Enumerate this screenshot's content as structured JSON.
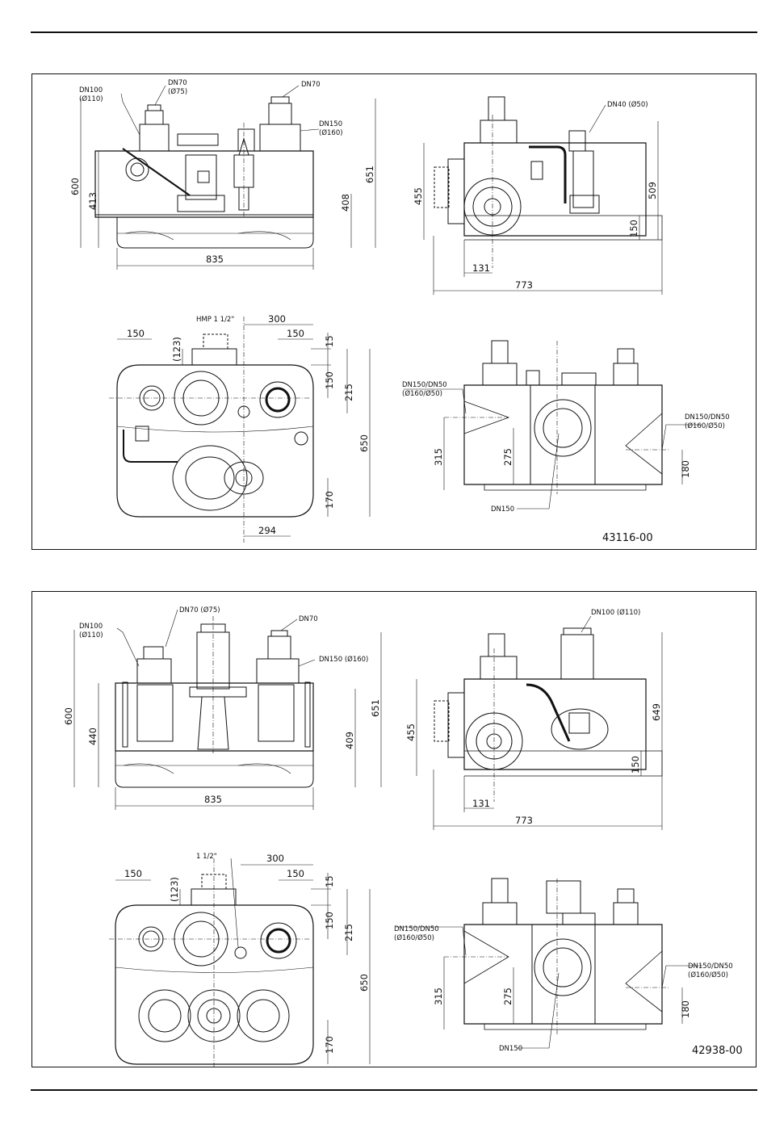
{
  "panel1": {
    "front": {
      "callouts": {
        "dn100": "DN100",
        "dn100_dia": "(Ø110)",
        "dn70a": "DN70",
        "dn70a_dia": "(Ø75)",
        "dn70b": "DN70",
        "dn150": "DN150",
        "dn150_dia": "(Ø160)"
      },
      "dims": {
        "h600": "600",
        "h413": "413",
        "h408": "408",
        "h651": "651",
        "w835": "835"
      }
    },
    "side": {
      "callouts": {
        "dn40": "DN40 (Ø50)"
      },
      "dims": {
        "h455": "455",
        "h509": "509",
        "h150": "150",
        "w131": "131",
        "w773": "773"
      }
    },
    "top": {
      "callouts": {
        "hmp": "HMP 1 1/2\""
      },
      "dims": {
        "w300": "300",
        "w150a": "150",
        "w150b": "150",
        "d123": "(123)",
        "h15": "15",
        "h150": "150",
        "h215": "215",
        "h650": "650",
        "h170": "170",
        "w294": "294"
      }
    },
    "rear": {
      "callouts": {
        "left": "DN150/DN50",
        "left_dia": "(Ø160/Ø50)",
        "right": "DN150/DN50",
        "right_dia": "(Ø160/Ø50)",
        "bottom": "DN150"
      },
      "dims": {
        "h315": "315",
        "h275": "275",
        "h180": "180"
      }
    },
    "drawing_code": "43116-00"
  },
  "panel2": {
    "front": {
      "callouts": {
        "dn70a": "DN70 (Ø75)",
        "dn100": "DN100",
        "dn100_dia": "(Ø110)",
        "dn70b": "DN70",
        "dn150": "DN150 (Ø160)"
      },
      "dims": {
        "h600": "600",
        "h440": "440",
        "h409": "409",
        "h651": "651",
        "w835": "835"
      }
    },
    "side": {
      "callouts": {
        "dn100": "DN100 (Ø110)"
      },
      "dims": {
        "h455": "455",
        "h649": "649",
        "h150": "150",
        "w131": "131",
        "w773": "773"
      }
    },
    "top": {
      "callouts": {
        "thread": "1 1/2\""
      },
      "dims": {
        "w300": "300",
        "w150a": "150",
        "w150b": "150",
        "d123": "(123)",
        "h15": "15",
        "h150": "150",
        "h215": "215",
        "h650": "650",
        "h170": "170"
      }
    },
    "rear": {
      "callouts": {
        "left": "DN150/DN50",
        "left_dia": "(Ø160/Ø50)",
        "right": "DN150/DN50",
        "right_dia": "(Ø160/Ø50)",
        "bottom": "DN150"
      },
      "dims": {
        "h315": "315",
        "h275": "275",
        "h180": "180"
      }
    },
    "drawing_code": "42938-00"
  }
}
